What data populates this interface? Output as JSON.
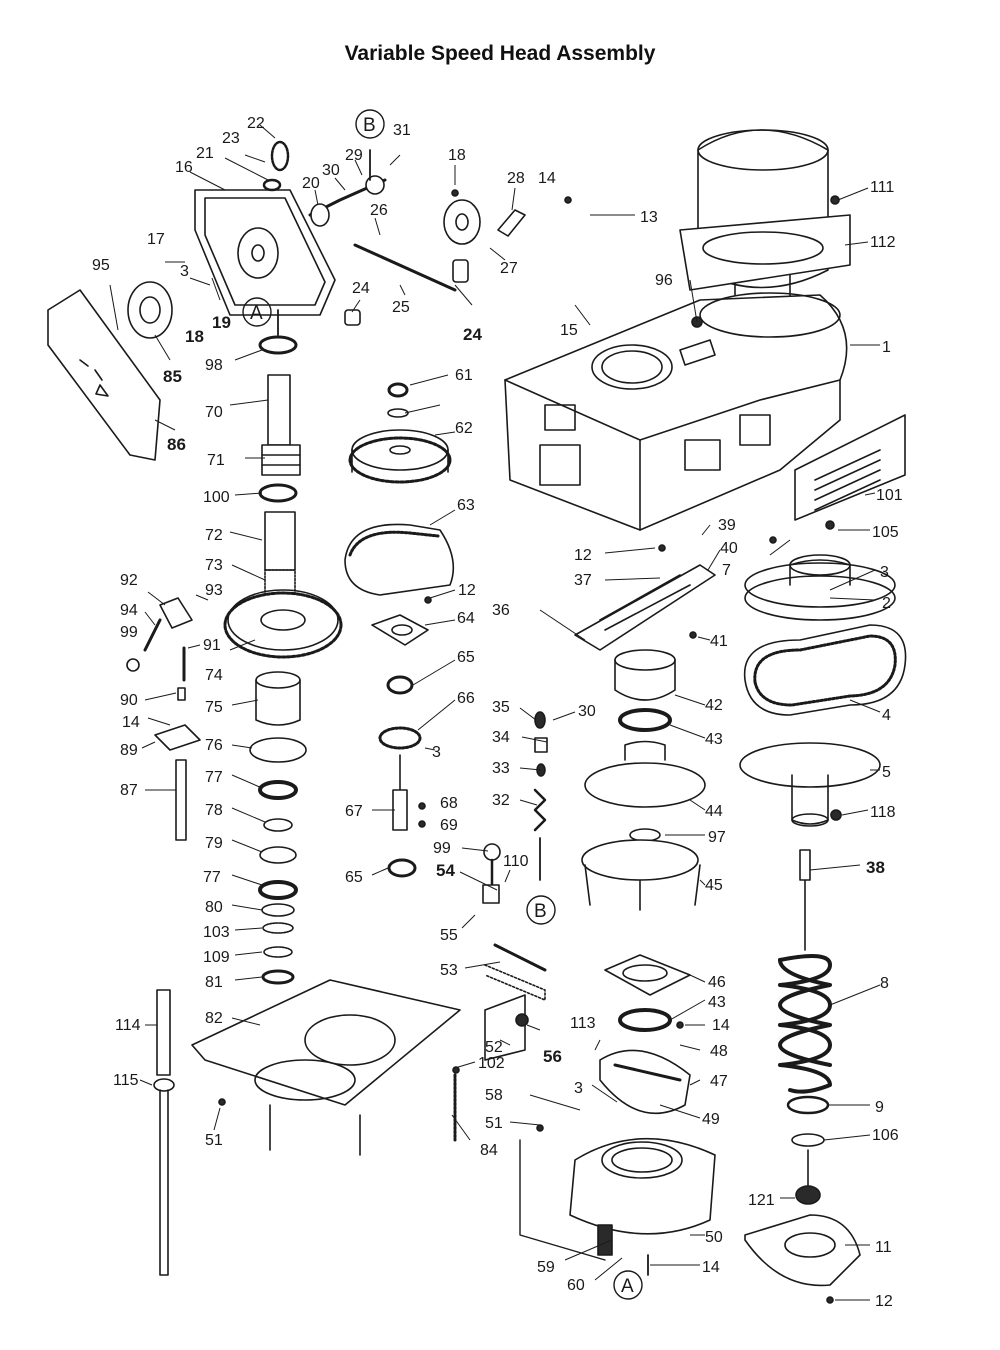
{
  "title": "Variable Speed Head Assembly",
  "colors": {
    "ink": "#1a1a1a",
    "paper": "#ffffff",
    "shade": "#2a2a2a"
  },
  "labels": {
    "p1": "1",
    "p2": "2",
    "p3": "3",
    "p3b": "3",
    "p3c": "3",
    "p3d": "3",
    "p4": "4",
    "p5": "5",
    "p7": "7",
    "p8": "8",
    "p9": "9",
    "p11": "11",
    "p12a": "12",
    "p12b": "12",
    "p12c": "12",
    "p13": "13",
    "p14a": "14",
    "p14b": "14",
    "p14c": "14",
    "p14d": "14",
    "p15": "15",
    "p16": "16",
    "p17": "17",
    "p18a": "18",
    "p18b": "18",
    "p19": "19",
    "p20": "20",
    "p21": "21",
    "p22": "22",
    "p23": "23",
    "p24a": "24",
    "p24b": "24",
    "p25": "25",
    "p26": "26",
    "p27": "27",
    "p28": "28",
    "p29": "29",
    "p30a": "30",
    "p30b": "30",
    "p31": "31",
    "p32": "32",
    "p33": "33",
    "p34": "34",
    "p35": "35",
    "p36": "36",
    "p37": "37",
    "p38": "38",
    "p39": "39",
    "p40": "40",
    "p41": "41",
    "p42": "42",
    "p43a": "43",
    "p43b": "43",
    "p44": "44",
    "p45": "45",
    "p46": "46",
    "p47": "47",
    "p48": "48",
    "p49": "49",
    "p50": "50",
    "p51a": "51",
    "p51b": "51",
    "p52": "52",
    "p53": "53",
    "p54": "54",
    "p55": "55",
    "p56": "56",
    "p58": "58",
    "p59": "59",
    "p60": "60",
    "p61": "61",
    "p62": "62",
    "p63": "63",
    "p64": "64",
    "p65a": "65",
    "p65b": "65",
    "p66": "66",
    "p67": "67",
    "p68": "68",
    "p69": "69",
    "p70": "70",
    "p71": "71",
    "p72": "72",
    "p73": "73",
    "p74": "74",
    "p75": "75",
    "p76": "76",
    "p77a": "77",
    "p77b": "77",
    "p78": "78",
    "p79": "79",
    "p80": "80",
    "p81": "81",
    "p82": "82",
    "p84": "84",
    "p85": "85",
    "p86": "86",
    "p87": "87",
    "p89": "89",
    "p90": "90",
    "p91": "91",
    "p92": "92",
    "p93": "93",
    "p94": "94",
    "p95": "95",
    "p96": "96",
    "p97": "97",
    "p98": "98",
    "p99a": "99",
    "p99b": "99",
    "p100": "100",
    "p101": "101",
    "p102": "102",
    "p103": "103",
    "p105": "105",
    "p106": "106",
    "p109": "109",
    "p110": "110",
    "p111": "111",
    "p112": "112",
    "p113": "113",
    "p114": "114",
    "p115": "115",
    "p118": "118",
    "p121": "121",
    "refA1": "A",
    "refA2": "A",
    "refB1": "B",
    "refB2": "B"
  }
}
